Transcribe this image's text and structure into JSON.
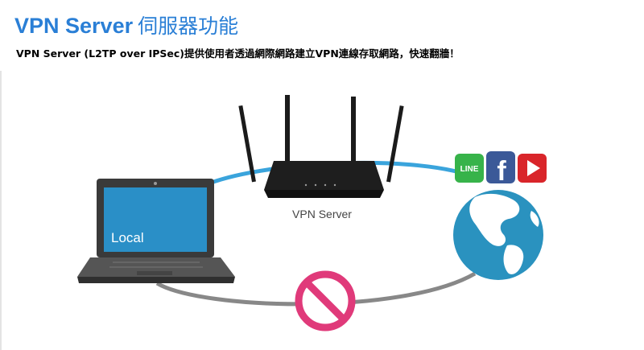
{
  "header": {
    "title_en": "VPN Server",
    "title_zh": "伺服器功能",
    "subtitle": "VPN Server (L2TP over IPSec)提供使用者透過網際網路建立VPN連線存取網路，快速翻牆！"
  },
  "diagram": {
    "laptop_label": "Local",
    "router_label": "VPN Server",
    "apps": [
      "LINE",
      "f"
    ],
    "colors": {
      "title_blue": "#2a7fd6",
      "vpn_link": "#3aa4dc",
      "blocked_link": "#888888",
      "block_sign": "#e03a7a",
      "laptop_screen": "#2a8fc7",
      "line_green": "#37b34a",
      "facebook_blue": "#3b5998",
      "youtube_red": "#d9252a",
      "globe_ocean": "#2a92bf"
    },
    "icons": [
      "laptop-icon",
      "router-icon",
      "globe-icon",
      "no-entry-icon",
      "line-app-icon",
      "facebook-icon",
      "youtube-icon"
    ]
  }
}
